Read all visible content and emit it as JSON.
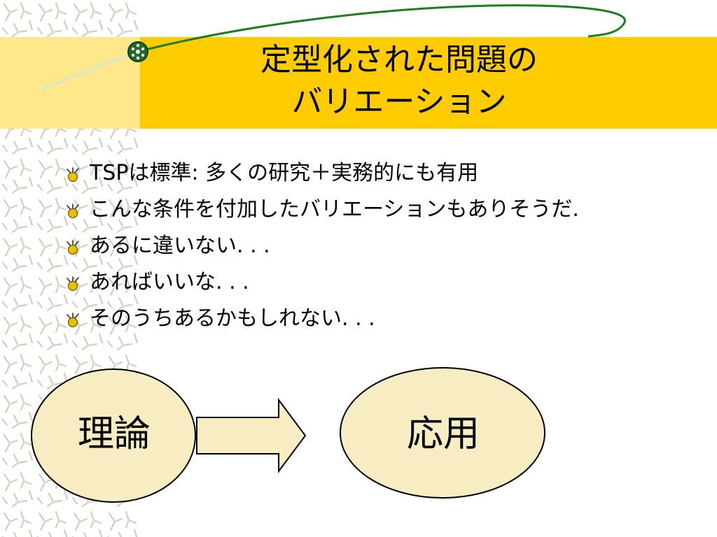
{
  "slide": {
    "title_line1": "定型化された問題の",
    "title_line2": "バリエーション",
    "bullets": [
      {
        "text": "TSPは標準: 多くの研究＋実務的にも有用"
      },
      {
        "text": "こんな条件を付加したバリエーションもありそうだ."
      },
      {
        "text": "あるに違いない. . ."
      },
      {
        "text": "あればいいな. . ."
      },
      {
        "text": "そのうちあるかもしれない. . ."
      }
    ],
    "diagram": {
      "from_label": "理論",
      "to_label": "応用"
    },
    "colors": {
      "title_band": "#ffcc00",
      "ellipse_fill": "#f7ecc2",
      "arrow_fill": "#f7ecc2",
      "swoosh": "#1e7d1e",
      "bullet": "#e8c000"
    },
    "icons": {
      "bullet": "burst-dot-icon",
      "title_ornament": "green-dotted-ball-icon"
    }
  }
}
